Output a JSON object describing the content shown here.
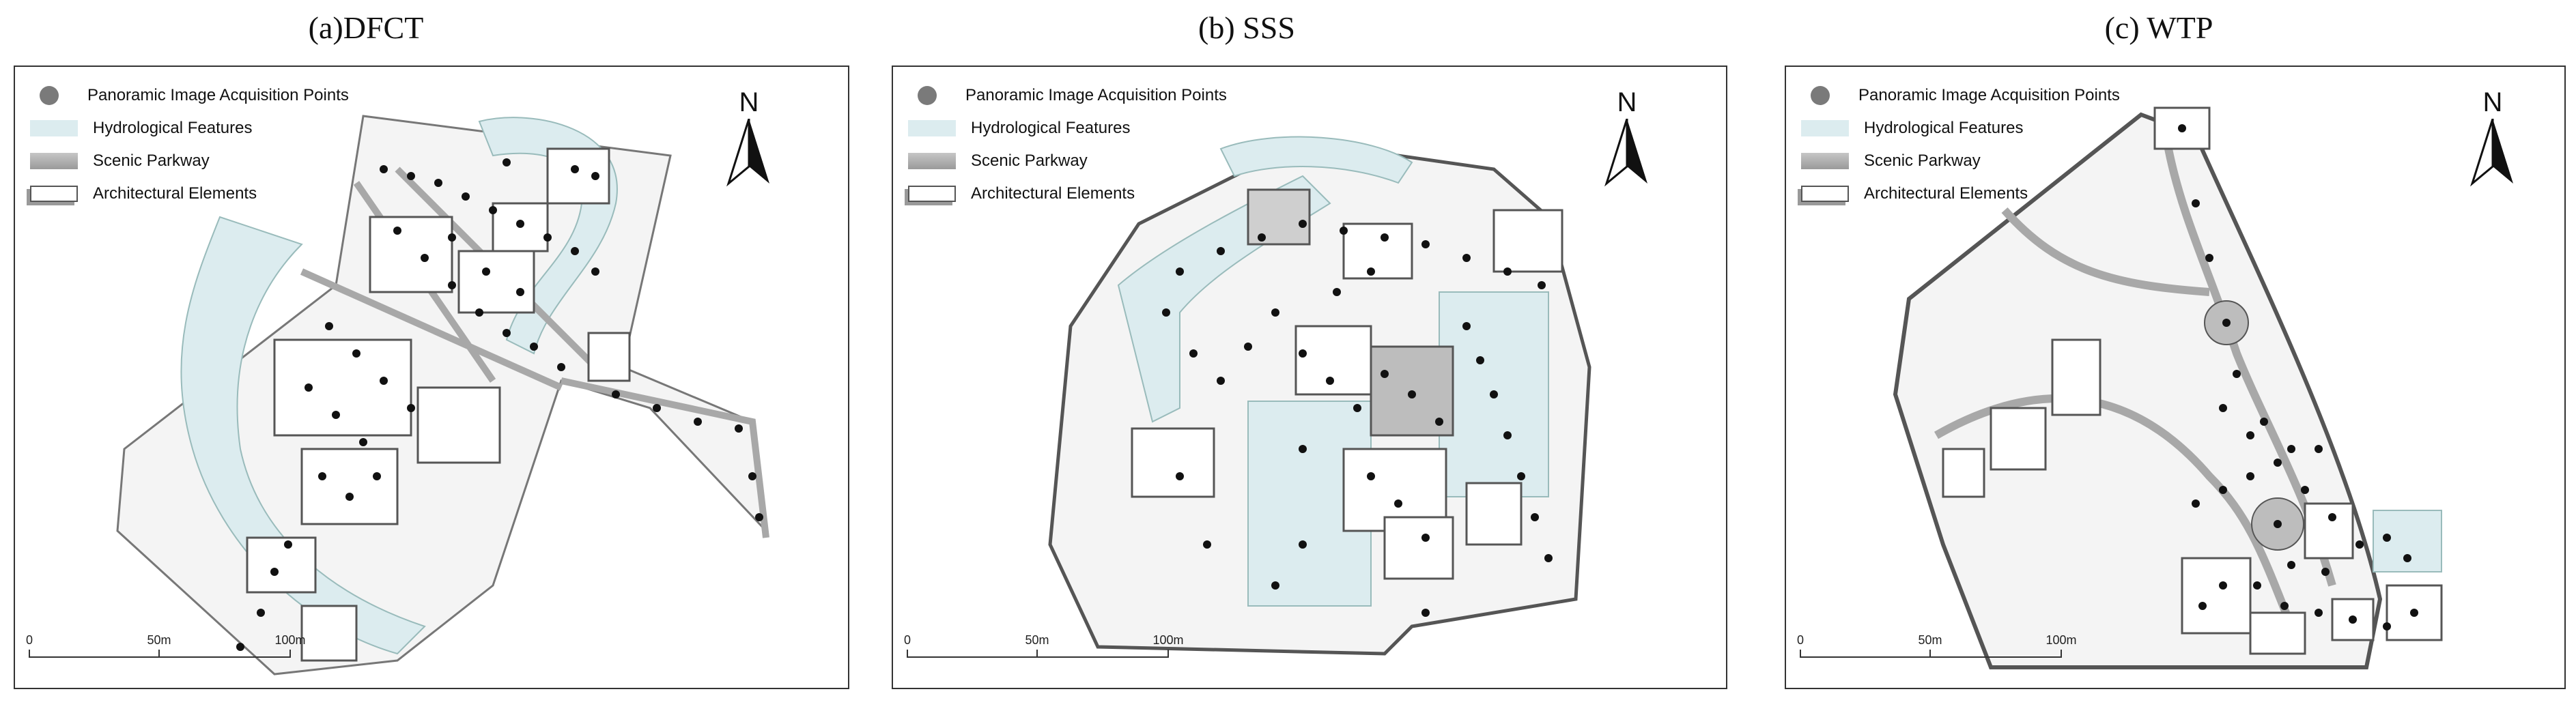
{
  "panels": [
    {
      "title": "(a)DFCT"
    },
    {
      "title": "(b) SSS"
    },
    {
      "title": "(c)  WTP"
    }
  ],
  "legend": {
    "points": "Panoramic Image Acquisition Points",
    "water": "Hydrological Features",
    "parkway": "Scenic Parkway",
    "architecture": "Architectural Elements"
  },
  "north_label": "N",
  "scale": {
    "zero": "0",
    "mid": "50m",
    "end": "100m"
  },
  "colors": {
    "water": "#dcecef",
    "parkway": "#a8a8a8",
    "building": "#ffffff",
    "ground": "#f2f2f2",
    "point": "#111111"
  },
  "icons": {
    "point": "filled-circle",
    "north": "north-arrow-icon"
  }
}
